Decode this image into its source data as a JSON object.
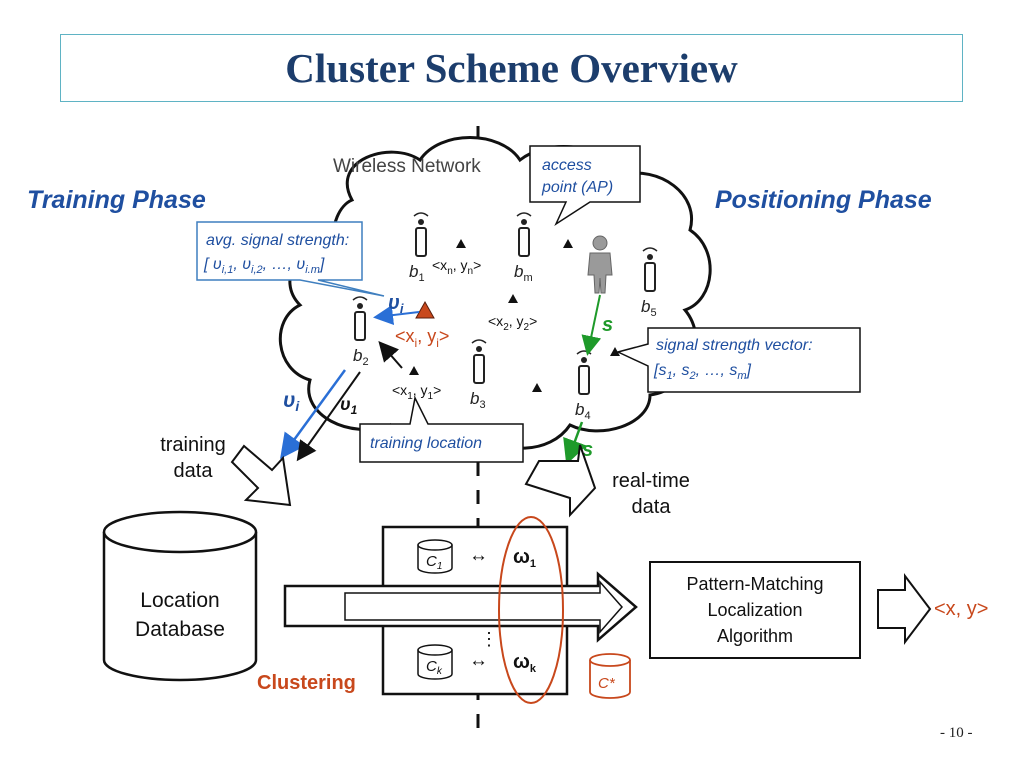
{
  "slide": {
    "title": "Cluster Scheme Overview",
    "training_phase": "Training Phase",
    "positioning_phase": "Positioning Phase",
    "page_number": "- 10 -"
  },
  "network": {
    "label": "Wireless Network",
    "access_point": [
      "access",
      "point (AP)"
    ],
    "stations": {
      "b1": "b",
      "b1_sub": "1",
      "bm": "b",
      "bm_sub": "m",
      "b2": "b",
      "b2_sub": "2",
      "b3": "b",
      "b3_sub": "3",
      "b4": "b",
      "b4_sub": "4",
      "b5": "b",
      "b5_sub": "5"
    },
    "locations": {
      "xn": "<x",
      "xn_sub": "n",
      "xn_mid": ", y",
      "xn_sub2": "n",
      "xn_end": ">",
      "x2": "<x",
      "x2_sub": "2",
      "x2_mid": ", y",
      "x2_sub2": "2",
      "x2_end": ">",
      "xi": "<x",
      "xi_sub": "i",
      "xi_mid": ", y",
      "xi_sub2": "i",
      "xi_end": ">",
      "x1": "<x",
      "x1_sub": "1",
      "x1_mid": ", y",
      "x1_sub2": "1",
      "x1_end": ">"
    }
  },
  "callouts": {
    "avg_signal": {
      "line1": "avg. signal strength:",
      "line2_open": "[ ",
      "v": "υ",
      "sub1": "i,1",
      "sub2": "i,2",
      "subm": "i.m",
      "sep": ", ",
      "dots": "…, ",
      "close": "]"
    },
    "signal_vector": {
      "line1": "signal strength vector:",
      "line2_open": "[s",
      "sub1": "1",
      "sep": ", s",
      "sub2": "2",
      "dots": ", …, s",
      "subm": "m",
      "close": "]"
    },
    "training_location": "training location"
  },
  "symbols": {
    "upsilon": "υ",
    "sub_i": "i",
    "sub_1": "1",
    "s": "s",
    "omega": "ω",
    "omega_sub1": "1",
    "omega_subk": "k",
    "arrow_lr": "↔",
    "vdots": "⋮"
  },
  "clusters": {
    "c1": "C",
    "c1_sub": "1",
    "ck": "C",
    "ck_sub": "k",
    "cstar": "C*"
  },
  "labels": {
    "training_data": [
      "training",
      "data"
    ],
    "real_time_data": [
      "real-time",
      "data"
    ],
    "location_database": [
      "Location",
      "Database"
    ],
    "clustering": "Clustering",
    "algorithm": [
      "Pattern-Matching",
      "Localization",
      "Algorithm"
    ],
    "output": "<x, y>"
  },
  "colors": {
    "title": "#1c3d6c",
    "phase": "#1f4fa0",
    "blue_arrow": "#2a6fd6",
    "green_arrow": "#1e9a2a",
    "orange": "#c8481c",
    "callout_border": "#3f7fbf"
  }
}
